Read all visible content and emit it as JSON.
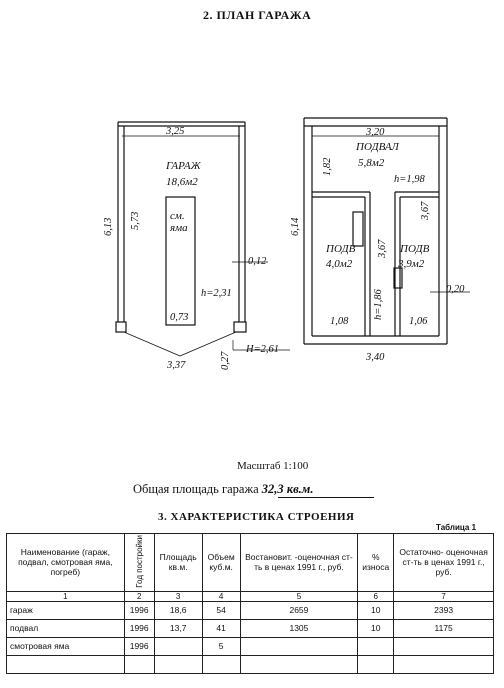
{
  "plan_title": "2. ПЛАН ГАРАЖА",
  "garage_plan": {
    "room_name": "ГАРАЖ",
    "room_area": "18,6м2",
    "top_width": "3,25",
    "outer_height": "6,13",
    "inner_height": "5,73",
    "pit_label_1": "см.",
    "pit_label_2": "яма",
    "pit_width": "0,73",
    "wall_thickness": "0,12",
    "height_h": "h=2,31",
    "bottom_width": "3,37",
    "step": "0,27",
    "height_H": "H=2,61"
  },
  "basement_plan": {
    "room_name": "ПОДВАЛ",
    "room_area": "5,8м2",
    "top_width": "3,20",
    "left_dim": "1,82",
    "height_h1": "h=1,98",
    "outer_height": "6,14",
    "right_dim": "3,67",
    "mid_dim": "3,67",
    "left_sub_name": "ПОДВ",
    "left_sub_area": "4,0м2",
    "right_sub_name": "ПОДВ",
    "right_sub_area": "3,9м2",
    "height_h2": "h=1,86",
    "wall_thickness": "0,20",
    "left_width": "1,08",
    "right_width": "1,06",
    "bottom_width": "3,40"
  },
  "scale_text": "Масштаб 1:100",
  "total_area_label": "Общая площадь гаража",
  "total_area_value": "32,3 кв.м.",
  "section_title": "3. ХАРАКТЕРИСТИКА СТРОЕНИЯ",
  "table_label": "Таблица 1",
  "table": {
    "headers": [
      "Наименование (гараж, подвал, смотровая яма, погреб)",
      "Год постройки",
      "Площадь кв.м.",
      "Объем куб.м.",
      "Востановит. -оценочная ст-ть в ценах 1991 г., руб.",
      "% износа",
      "Остаточно- оценочная ст-ть в ценах 1991 г., руб."
    ],
    "numbers": [
      "1",
      "2",
      "3",
      "4",
      "5",
      "6",
      "7"
    ],
    "rows": [
      [
        "гараж",
        "1996",
        "18,6",
        "54",
        "2659",
        "10",
        "2393"
      ],
      [
        "подвал",
        "1996",
        "13,7",
        "41",
        "1305",
        "10",
        "1175"
      ],
      [
        "смотровая яма",
        "1996",
        "",
        "5",
        "",
        "",
        ""
      ],
      [
        "",
        "",
        "",
        "",
        "",
        "",
        ""
      ]
    ]
  }
}
